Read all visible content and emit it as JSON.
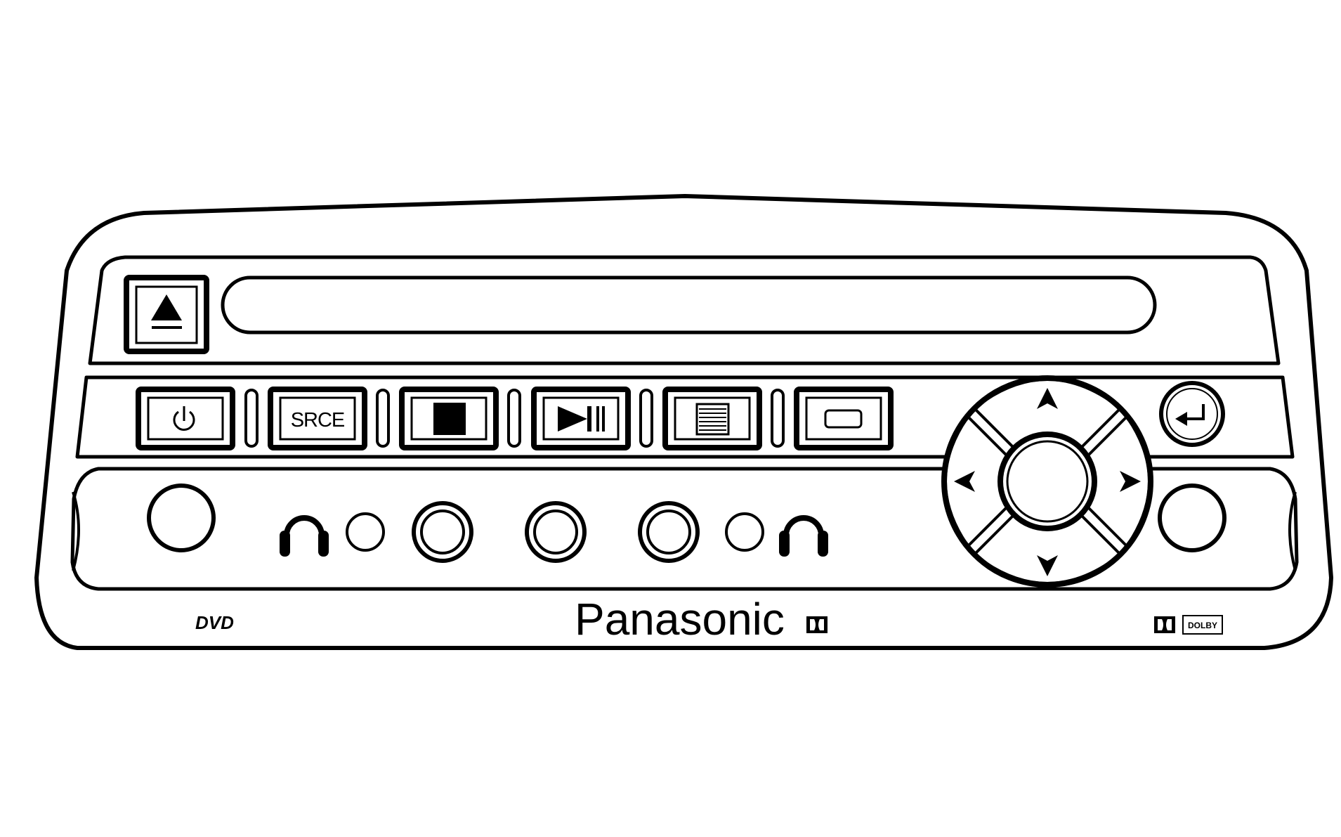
{
  "device": {
    "brand": "Panasonic",
    "format_logo": "DVD",
    "audio_logo": "DOLBY",
    "stroke_color": "#000000",
    "background_color": "#ffffff"
  },
  "controls": {
    "eject": {
      "icon": "eject-icon"
    },
    "power": {
      "icon": "power-icon"
    },
    "source": {
      "label": "SRCE"
    },
    "stop": {
      "icon": "stop-icon"
    },
    "play_pause": {
      "icon": "play-pause-icon"
    },
    "menu": {
      "icon": "menu-list-icon"
    },
    "display": {
      "icon": "display-rectangle-icon"
    },
    "enter": {
      "icon": "enter-arrow-icon"
    },
    "dpad": {
      "up_icon": "arrow-up-icon",
      "down_icon": "arrow-down-icon",
      "left_icon": "arrow-left-icon",
      "right_icon": "arrow-right-icon",
      "center_icon": "select-center-icon"
    }
  },
  "jacks": {
    "headphone_icon": "headphone-icon"
  }
}
